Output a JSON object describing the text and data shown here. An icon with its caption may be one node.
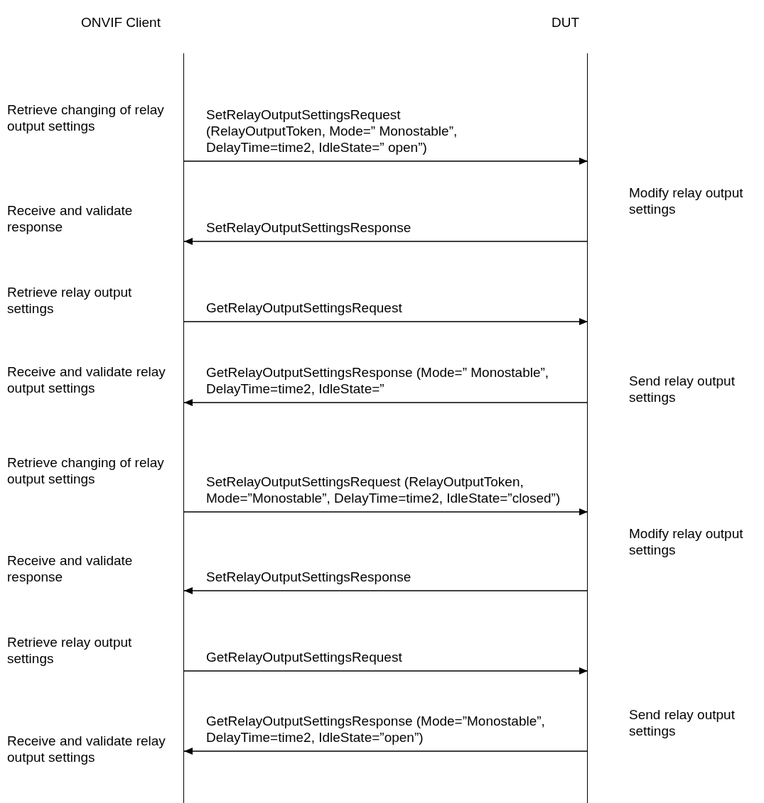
{
  "diagram": {
    "nodes": [
      {
        "text": [
          "ONVIF Client"
        ]
      },
      {
        "text": [
          "DUT"
        ]
      }
    ],
    "edges": [
      {
        "from": 0,
        "to": 1,
        "arrow": "to",
        "label": "SetRelayOutputSettingsRequest (RelayOutputToken, Mode=” Monostable”, DelayTime=time2, IdleState=” open”)"
      },
      {
        "from": 1,
        "to": 0,
        "arrow": "to",
        "label": "SetRelayOutputSettingsResponse"
      },
      {
        "from": 0,
        "to": 1,
        "arrow": "to",
        "label": "GetRelayOutputSettingsRequest"
      },
      {
        "from": 1,
        "to": 0,
        "arrow": "to",
        "label": "GetRelayOutputSettingsResponse (Mode=” Monostable”, DelayTime=time2, IdleState=”"
      },
      {
        "from": 0,
        "to": 1,
        "arrow": "to",
        "label": "SetRelayOutputSettingsRequest (RelayOutputToken, Mode=”Monostable”, DelayTime=time2, IdleState=”closed”)"
      },
      {
        "from": 1,
        "to": 0,
        "arrow": "to",
        "label": "SetRelayOutputSettingsResponse"
      },
      {
        "from": 0,
        "to": 1,
        "arrow": "to",
        "label": "GetRelayOutputSettingsRequest"
      },
      {
        "from": 1,
        "to": 0,
        "arrow": "to",
        "label": "GetRelayOutputSettingsResponse (Mode=”Monostable”, DelayTime=time2, IdleState=”open”)"
      }
    ],
    "labels": [
      "Retrieve changing of relay output settings",
      "Modify relay output settings",
      "Receive and validate response",
      "Retrieve relay output settings",
      "Receive and validate relay output settings",
      "Send relay output settings",
      "Retrieve changing of relay output settings",
      "Modify relay output settings",
      "Receive and validate response",
      "Retrieve relay output settings",
      "Send relay output settings",
      "Receive and validate relay output settings"
    ]
  }
}
